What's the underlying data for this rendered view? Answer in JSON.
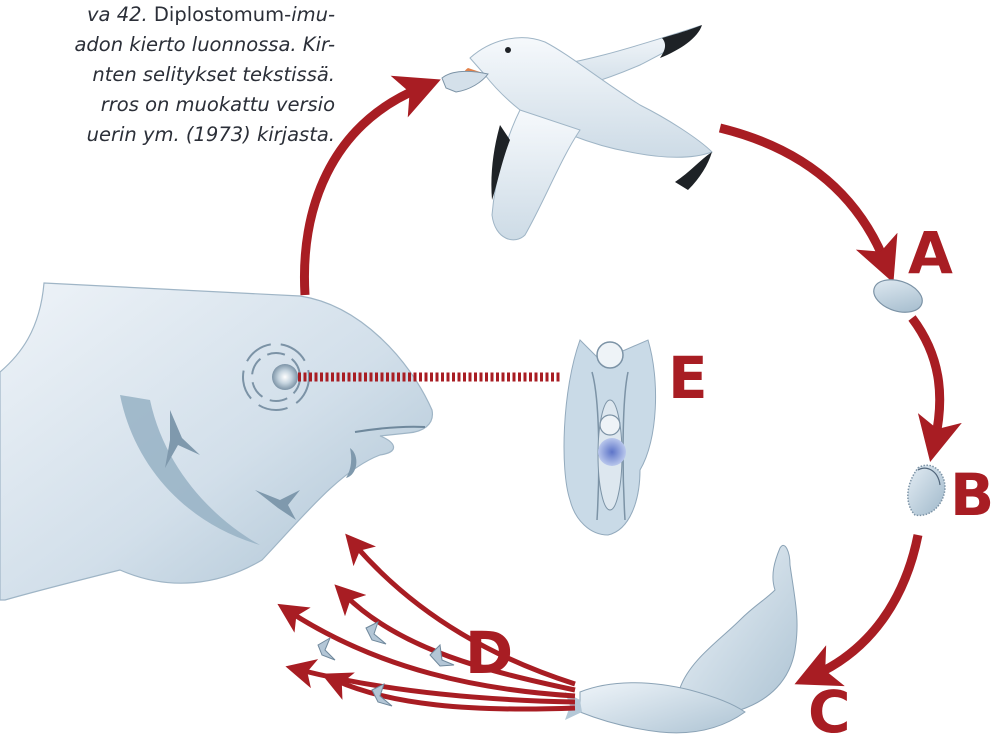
{
  "caption": {
    "line1_italic": "va 42.",
    "line1_normal": " Diplostomum-",
    "line1_italic2": "imu-",
    "line2": "adon kierto luonnossa. Kir-",
    "line3": "nten selitykset tekstissä.",
    "line4": "rros on muokattu versio",
    "line5": "uerin ym. (1973) kirjasta."
  },
  "labels": {
    "a": "A",
    "b": "B",
    "c": "C",
    "d": "D",
    "e": "E"
  },
  "colors": {
    "arrow": "#a81d23",
    "body_light": "#e6eef5",
    "body_dark": "#a9c0d1",
    "outline": "#7c93a6",
    "caption": "#2b2f38"
  }
}
